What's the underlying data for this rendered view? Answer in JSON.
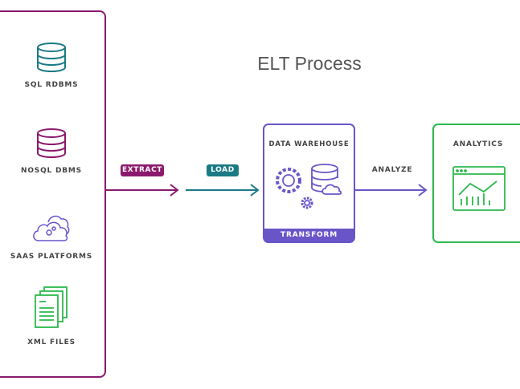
{
  "title": "ELT Process",
  "sources": [
    {
      "label": "SQL RDBMS",
      "icon": "database-icon",
      "color": "#1a7a85"
    },
    {
      "label": "NOSQL DBMS",
      "icon": "database-icon",
      "color": "#8b1a6e"
    },
    {
      "label": "SAAS PLATFORMS",
      "icon": "cloud-gears-icon",
      "color": "#6a55c8"
    },
    {
      "label": "XML FILES",
      "icon": "files-icon",
      "color": "#2db84d"
    }
  ],
  "steps": {
    "extract": "EXTRACT",
    "load": "LOAD",
    "analyze": "ANALYZE"
  },
  "warehouse": {
    "title": "DATA WAREHOUSE",
    "footer": "TRANSFORM"
  },
  "analytics": {
    "title": "ANALYTICS"
  },
  "colors": {
    "magenta": "#8b1a6e",
    "teal": "#1a7a85",
    "purple": "#6a55c8",
    "green": "#2db84d"
  }
}
